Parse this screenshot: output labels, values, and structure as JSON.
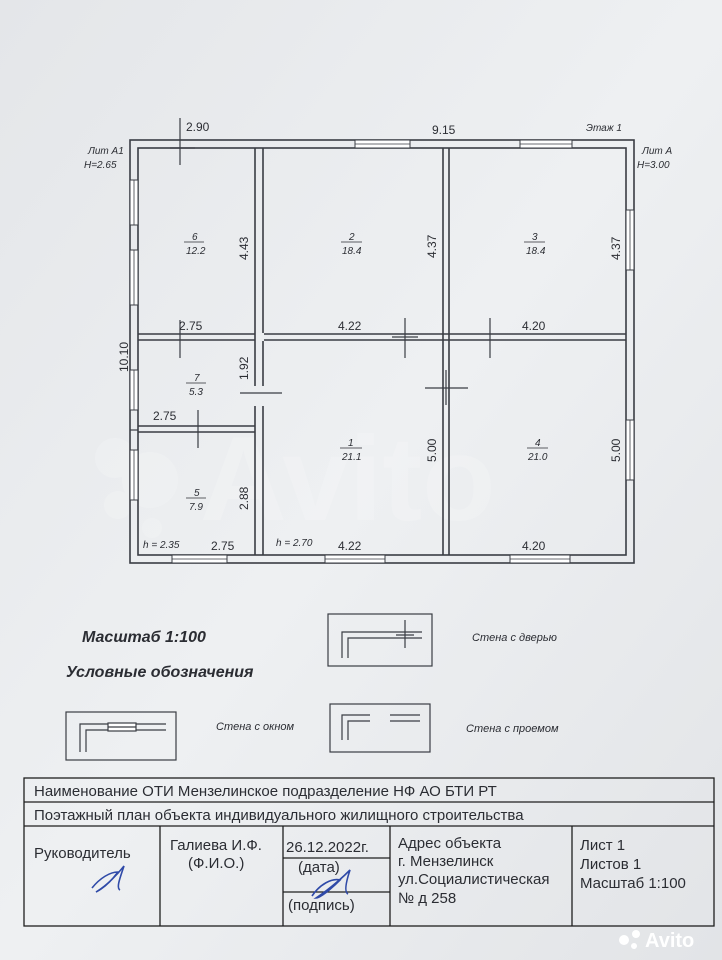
{
  "plan": {
    "floor_label": "Этаж 1",
    "lit_a1": "Лит А1",
    "h_a1": "H=2.65",
    "lit_a": "Лит А",
    "h_a": "H=3.00",
    "dims": {
      "top_left": "2.90",
      "top_total": "9.15",
      "left_total": "10.10",
      "room6_h": "4.43",
      "room2_h": "4.37",
      "room3_h": "4.37",
      "room7_w": "2.75",
      "room2_w": "4.22",
      "room3_w": "4.20",
      "room7_h": "1.92",
      "room5_w_top": "2.75",
      "room1_h": "5.00",
      "room4_h": "5.00",
      "room5_h": "2.88",
      "h_left": "h = 2.35",
      "bottom_left": "2.75",
      "h_mid": "h = 2.70",
      "bottom_mid": "4.22",
      "bottom_right": "4.20"
    },
    "rooms": [
      {
        "num": "6",
        "area": "12.2"
      },
      {
        "num": "2",
        "area": "18.4"
      },
      {
        "num": "3",
        "area": "18.4"
      },
      {
        "num": "7",
        "area": "5.3"
      },
      {
        "num": "1",
        "area": "21.1"
      },
      {
        "num": "4",
        "area": "21.0"
      },
      {
        "num": "5",
        "area": "7.9"
      }
    ]
  },
  "legend": {
    "scale": "Масштаб 1:100",
    "title": "Условные обозначения",
    "door": "Стена  с дверью",
    "window": "Стена  с окном",
    "opening": "Стена  с проемом"
  },
  "stamp": {
    "row1": "Наименование ОТИ    Мензелинское подразделение НФ АО БТИ РТ",
    "row2": "Поэтажный  план объекта индивидуального жилищного строительства",
    "head": "Руководитель",
    "name": "Галиева И.Ф.",
    "fio": "(Ф.И.О.)",
    "date": "26.12.2022г.",
    "date_label": "(дата)",
    "sign_label": "(подпись)",
    "addr1": "Адрес объекта",
    "addr2": "г. Мензелинск",
    "addr3": "ул.Социалистическая",
    "addr4": "№ д 258",
    "sheet": "Лист 1",
    "sheets": "Листов 1",
    "scale": "Масштаб 1:100"
  },
  "watermark": "Avito"
}
